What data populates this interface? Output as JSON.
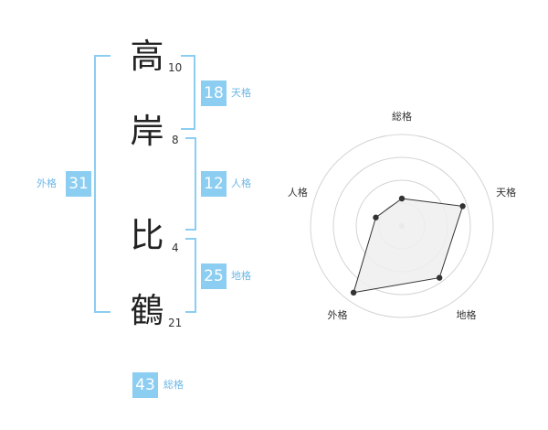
{
  "name": {
    "chars": [
      {
        "char": "高",
        "strokes": "10"
      },
      {
        "char": "岸",
        "strokes": "8"
      },
      {
        "char": "比",
        "strokes": "4"
      },
      {
        "char": "鶴",
        "strokes": "21"
      }
    ]
  },
  "fortunes": {
    "tenkaku": {
      "value": "18",
      "label": "天格"
    },
    "jinkaku": {
      "value": "12",
      "label": "人格"
    },
    "chikaku": {
      "value": "25",
      "label": "地格"
    },
    "gaikaku": {
      "value": "31",
      "label": "外格"
    },
    "soukaku": {
      "value": "43",
      "label": "総格"
    }
  },
  "colors": {
    "accent": "#8ccdf2",
    "accent_text": "#6cb8e6",
    "radar_fill": "#eeeeee",
    "radar_stroke": "#333333"
  },
  "chart_data": {
    "type": "radar",
    "axes": [
      "総格",
      "天格",
      "地格",
      "外格",
      "人格"
    ],
    "series": [
      {
        "values": [
          1.5,
          3.5,
          3.5,
          4.5,
          1.5
        ]
      }
    ],
    "rings": 4,
    "range": [
      0,
      5
    ]
  }
}
